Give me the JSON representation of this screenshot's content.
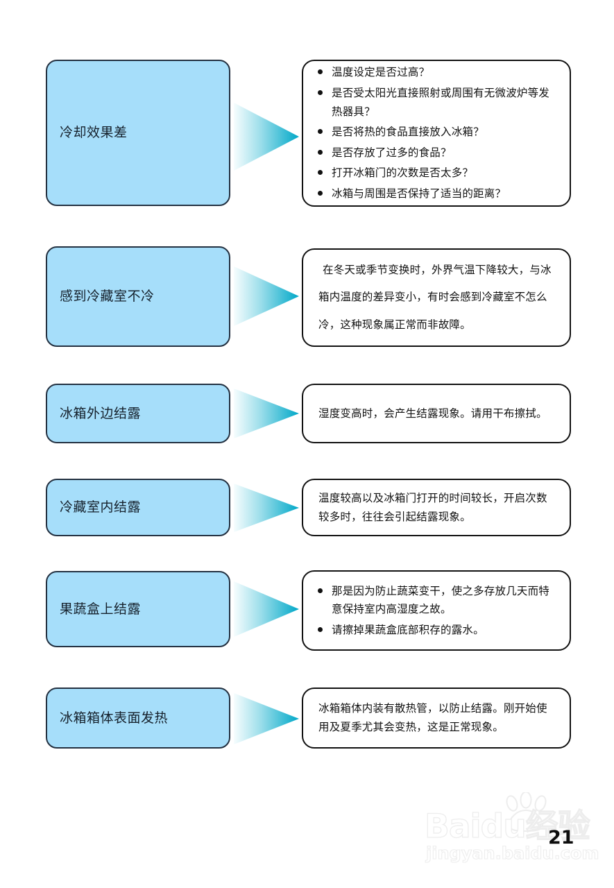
{
  "page": {
    "number": "21",
    "background_color": "#ffffff"
  },
  "theme": {
    "label_fill": "#a6defa",
    "label_border": "#233040",
    "panel_border": "#111111",
    "arrow_gradient_from": "#f2fbfd",
    "arrow_gradient_to": "#00a8c8",
    "text_color": "#111111"
  },
  "rows": [
    {
      "label": "冷却效果差",
      "arrow_icon": "right-arrow-icon",
      "detail_type": "bullets",
      "bullets": [
        "温度设定是否过高？",
        "是否受太阳光直接照射或周围有无微波炉等发热器具？",
        "是否将热的食品直接放入冰箱？",
        "是否存放了过多的食品？",
        "打开冰箱门的次数是否太多？",
        "冰箱与周围是否保持了适当的距离？"
      ]
    },
    {
      "label": "感到冷藏室不冷",
      "arrow_icon": "right-arrow-icon",
      "detail_type": "paragraph-loose",
      "paragraph": "在冬天或季节变换时，外界气温下降较大，与冰箱内温度的差异变小，有时会感到冷藏室不怎么冷，这种现象属正常而非故障。"
    },
    {
      "label": "冰箱外边结露",
      "arrow_icon": "right-arrow-icon",
      "detail_type": "paragraph",
      "paragraph": "湿度变高时，会产生结露现象。请用干布擦拭。"
    },
    {
      "label": "冷藏室内结露",
      "arrow_icon": "right-arrow-icon",
      "detail_type": "paragraph",
      "paragraph": "温度较高以及冰箱门打开的时间较长，开启次数较多时，往往会引起结露现象。"
    },
    {
      "label": "果蔬盒上结露",
      "arrow_icon": "right-arrow-icon",
      "detail_type": "bullets",
      "bullets": [
        "那是因为防止蔬菜变干，使之多存放几天而特意保持室内高湿度之故。",
        "请擦掉果蔬盒底部积存的露水。"
      ]
    },
    {
      "label": "冰箱箱体表面发热",
      "arrow_icon": "right-arrow-icon",
      "detail_type": "paragraph",
      "paragraph": "冰箱箱体内装有散热管，以防止结露。刚开始使用及夏季尤其会变热，这是正常现象。"
    }
  ],
  "watermark": {
    "main": "Baidu经验",
    "sub": "jingyan.baidu.com",
    "paw_icon": "baidu-paw-icon"
  }
}
